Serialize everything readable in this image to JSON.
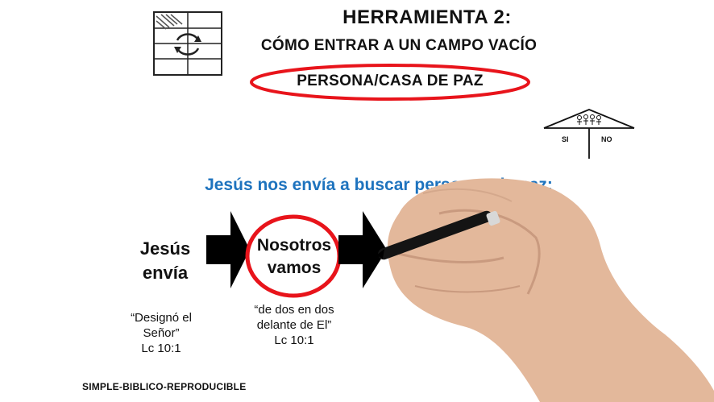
{
  "header": {
    "title": "HERRAMIENTA 2:",
    "subtitle": "CÓMO ENTRAR A UN CAMPO VACÍO",
    "badge": "PERSONA/CASA DE PAZ"
  },
  "house_icon": {
    "yes": "SI",
    "no": "NO"
  },
  "heading": "Jesús nos envía a buscar personas de paz:",
  "steps": {
    "step1": {
      "line1": "Jesús",
      "line2": "envía"
    },
    "step2": {
      "line1": "Nosotros",
      "line2": "vamos"
    }
  },
  "quotes": {
    "q1": {
      "line1": "“Designó el",
      "line2": "Señor”",
      "line3": "Lc 10:1"
    },
    "q2": {
      "line1": "“de dos en dos",
      "line2": "delante de El”",
      "line3": "Lc 10:1"
    }
  },
  "footer": "SIMPLE-BIBLICO-REPRODUCIBLE",
  "colors": {
    "accent_red": "#e8141b",
    "heading_blue": "#1e73be",
    "arrow": "#000000",
    "skin": "#e3b89b"
  },
  "icons": [
    "grid-cycle-icon",
    "house-of-peace-icon",
    "arrow-right-icon",
    "hand-with-marker"
  ]
}
